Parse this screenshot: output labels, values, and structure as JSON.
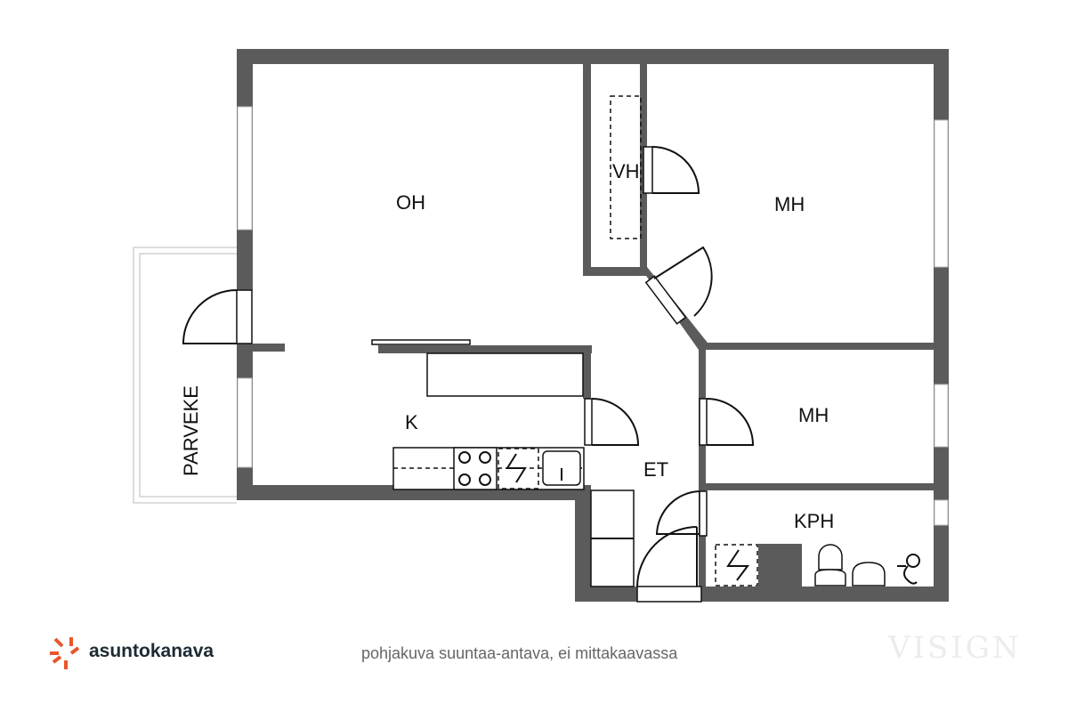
{
  "rooms": {
    "oh": "OH",
    "vh": "VH",
    "mh1": "MH",
    "mh2": "MH",
    "k": "K",
    "et": "ET",
    "kph": "KPH",
    "parveke": "PARVEKE"
  },
  "footer": {
    "brand": "asuntokanava",
    "note": "pohjakuva suuntaa-antava, ei mittakaavassa",
    "watermark": "VISIGN"
  },
  "colors": {
    "wall": "#5b5b5b",
    "brand_orange": "#e8562a"
  }
}
